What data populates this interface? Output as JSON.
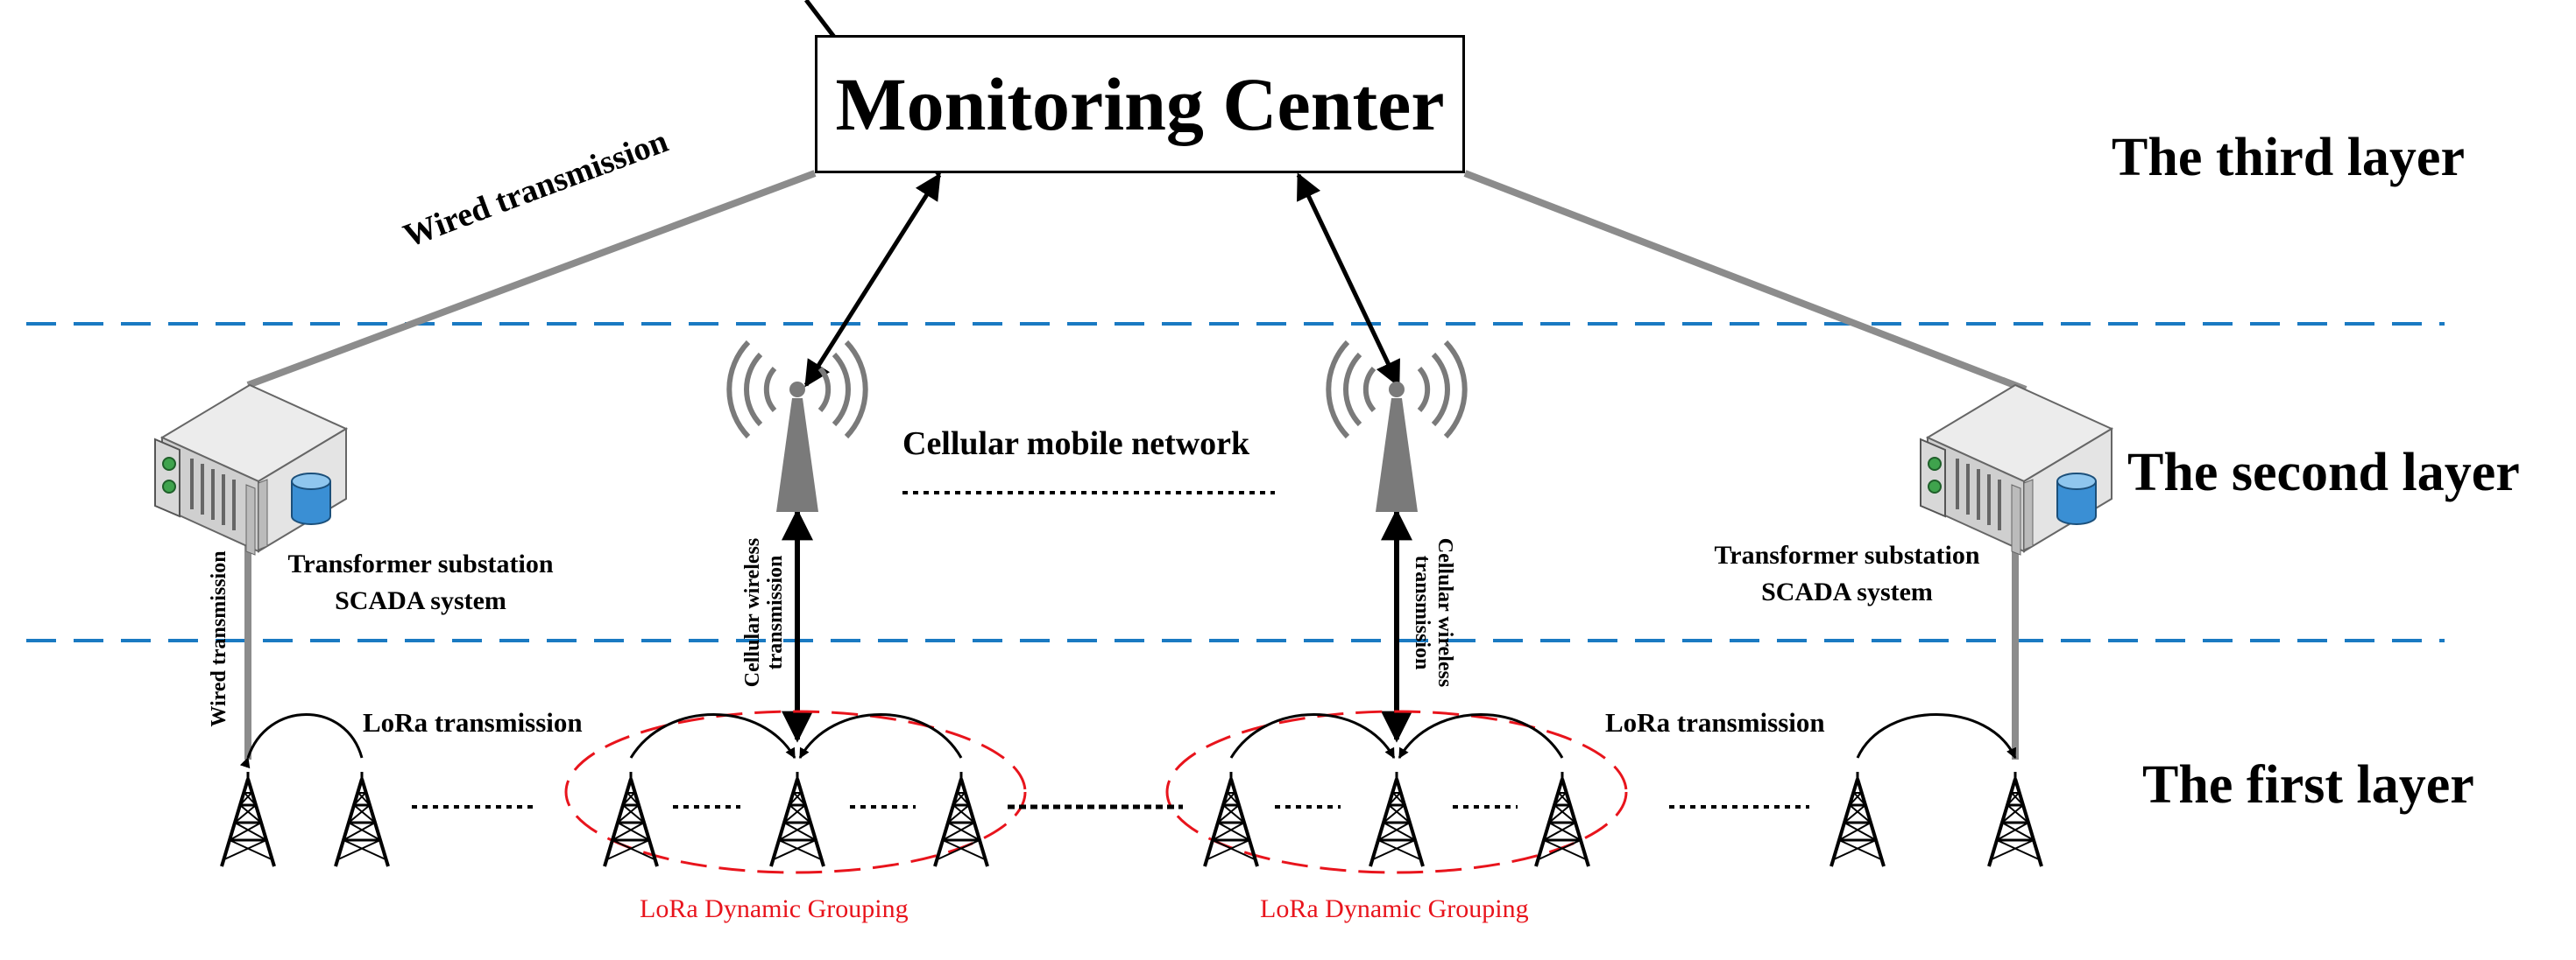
{
  "monitoring_center": "Monitoring Center",
  "layers": {
    "third": "The third layer",
    "second": "The second layer",
    "first": "The first layer"
  },
  "labels": {
    "wired_top": "Wired transmission",
    "wired_side": "Wired transmission",
    "cellular_network": "Cellular mobile network",
    "substation_left_1": "Transformer substation",
    "substation_left_2": "SCADA system",
    "substation_right_1": "Transformer substation",
    "substation_right_2": "SCADA system",
    "cellular_wireless_1": "Cellular wireless",
    "cellular_wireless_2": "transmission",
    "lora_left": "LoRa transmission",
    "lora_right": "LoRa transmission",
    "group_left": "LoRa Dynamic Grouping",
    "group_right": "LoRa Dynamic Grouping"
  },
  "icons": {
    "server": "server-icon",
    "database": "database-icon",
    "antenna": "cell-tower-icon",
    "lattice_tower": "lattice-tower-icon"
  },
  "colors": {
    "divider": "#1a7ac2",
    "group_ellipse": "#e8141c",
    "wired_line": "#8c8c8c",
    "antenna": "#7a7a7a"
  }
}
